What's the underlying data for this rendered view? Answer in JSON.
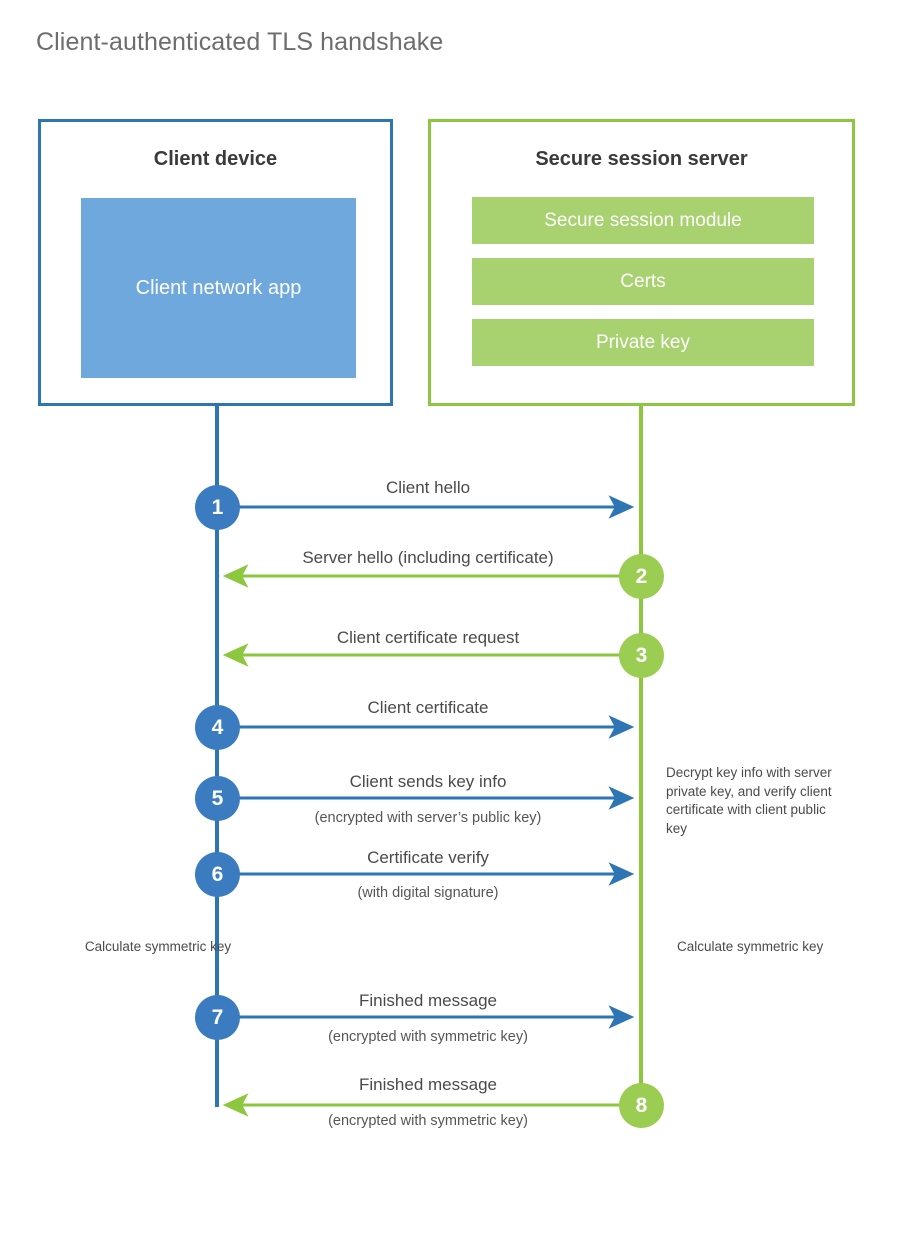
{
  "title": "Client-authenticated TLS handshake",
  "colors": {
    "client_border": "#2e75b6",
    "client_fill": "#6fa8dc",
    "server_border": "#8dc63f",
    "server_fill": "#a8d26f",
    "client_accent": "#3a7cbf",
    "server_accent": "#9acd52",
    "text": "#4a4a4a"
  },
  "client": {
    "title": "Client device",
    "app_label": "Client network app"
  },
  "server": {
    "title": "Secure session server",
    "modules": [
      {
        "label": "Secure session module"
      },
      {
        "label": "Certs"
      },
      {
        "label": "Private key"
      }
    ]
  },
  "steps": [
    {
      "number": "1",
      "label": "Client hello",
      "sublabel": "",
      "direction": "client-to-server",
      "origin": "client"
    },
    {
      "number": "2",
      "label": "Server hello (including certificate)",
      "sublabel": "",
      "direction": "server-to-client",
      "origin": "server"
    },
    {
      "number": "3",
      "label": "Client certificate request",
      "sublabel": "",
      "direction": "server-to-client",
      "origin": "server"
    },
    {
      "number": "4",
      "label": "Client certificate",
      "sublabel": "",
      "direction": "client-to-server",
      "origin": "client"
    },
    {
      "number": "5",
      "label": "Client sends key info",
      "sublabel": "(encrypted with server’s public key)",
      "direction": "client-to-server",
      "origin": "client"
    },
    {
      "number": "6",
      "label": "Certificate verify",
      "sublabel": "(with digital signature)",
      "direction": "client-to-server",
      "origin": "client"
    },
    {
      "number": "7",
      "label": "Finished message",
      "sublabel": "(encrypted with symmetric key)",
      "direction": "client-to-server",
      "origin": "client"
    },
    {
      "number": "8",
      "label": "Finished message",
      "sublabel": "(encrypted with symmetric key)",
      "direction": "server-to-client",
      "origin": "server"
    }
  ],
  "notes": {
    "server_decrypt": "Decrypt key info with server private key, and verify client certificate with client public key",
    "client_calculate": "Calculate symmetric key",
    "server_calculate": "Calculate symmetric key"
  }
}
